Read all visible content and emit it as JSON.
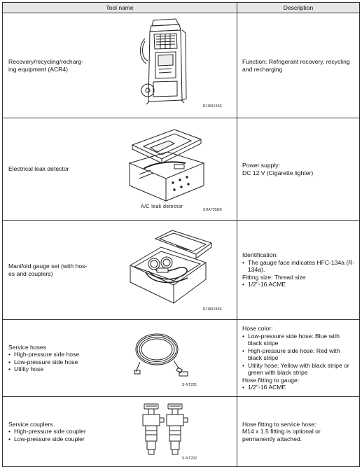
{
  "header": {
    "tool_name": "Tool name",
    "description": "Description"
  },
  "rows": [
    {
      "name": "Recovery/recycling/recharg-ing equipment (ACR4)",
      "code": "RJIA0195E",
      "desc": "Function: Refrigerant recovery, recycling and recharging",
      "icon": "recovery-recharging-machine-icon"
    },
    {
      "name": "Electrical leak detector",
      "code": "SHA705EB",
      "caption": "A/C leak detector",
      "desc_lines": [
        "Power supply:",
        "DC 12 V (Cigarette lighter)"
      ],
      "icon": "leak-detector-case-icon"
    },
    {
      "name": "Manifold gauge set (with hos-es and couplers)",
      "code": "RJIA0196E",
      "desc_head": "Identification:",
      "desc_bullet1": "The gauge face indicates HFC-134a (R-134a).",
      "desc_fit": "Fitting size: Thread size",
      "desc_bullet2": "1/2\"-16 ACME",
      "icon": "manifold-gauge-case-icon"
    },
    {
      "name": "Service hoses",
      "bullets": [
        "High-pressure side hose",
        "Low-pressure side hose",
        "Utility hose"
      ],
      "code": "S-NT201",
      "desc_head": "Hose color:",
      "desc_bullets": [
        "Low-pressure side hose: Blue with black stripe",
        "High-pressure side hose: Red with black stripe",
        "Utility hose: Yellow with black stripe or green with black stripe"
      ],
      "desc_fit": "Hose fitting to gauge:",
      "desc_bullet2": "1/2\"-16 ACME",
      "icon": "coiled-hose-icon"
    },
    {
      "name": "Service couplers",
      "bullets": [
        "High-pressure side coupler",
        "Low-pressure side coupler"
      ],
      "code": "S-NT202",
      "desc_lines": [
        "Hose fitting to service hose:",
        "M14 x 1.5 fitting is optional or permanently attached."
      ],
      "icon": "service-coupler-icon"
    }
  ]
}
